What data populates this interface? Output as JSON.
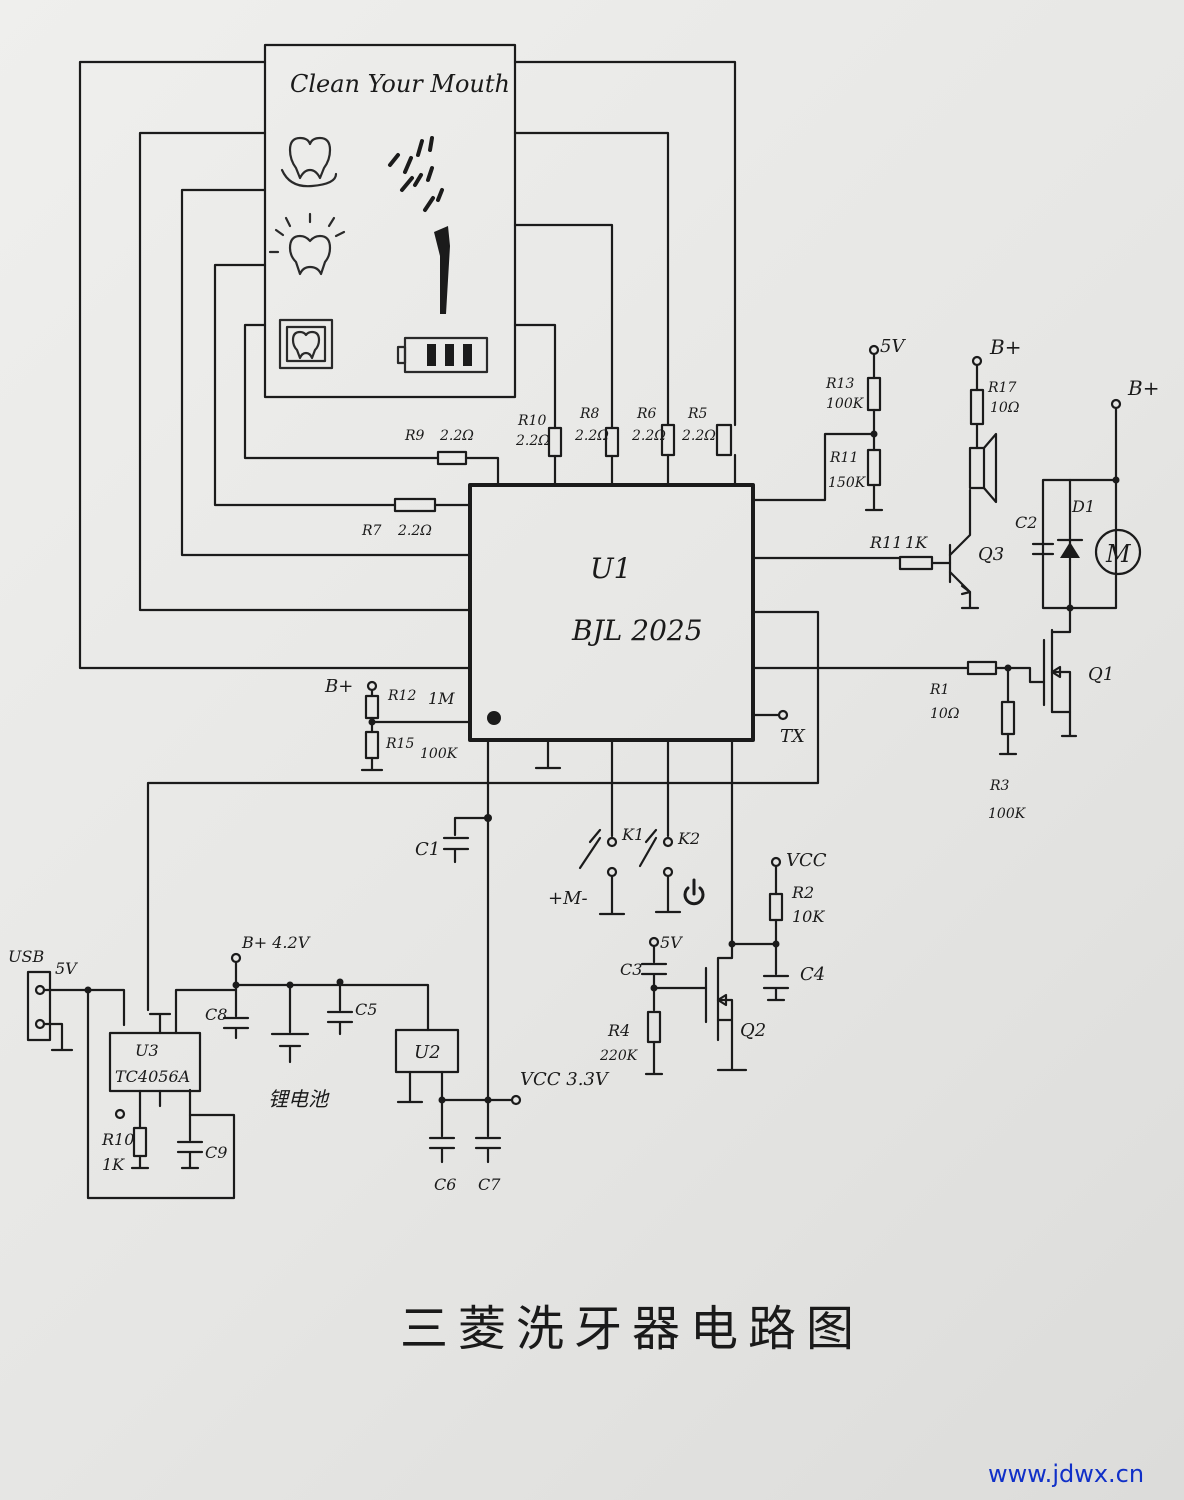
{
  "display": {
    "title": "Clean Your Mouth"
  },
  "chip": {
    "ref": "U1",
    "part": "BJL 2025",
    "tx": "TX"
  },
  "resistors": {
    "r9": "R9",
    "r9v": "2.2Ω",
    "r7": "R7",
    "r7v": "2.2Ω",
    "r10": "R10",
    "r10v": "2.2Ω",
    "r8": "R8",
    "r8v": "2.2Ω",
    "r6": "R6",
    "r6v": "2.2Ω",
    "r5": "R5",
    "r5v": "2.2Ω",
    "r13": "R13",
    "r13v": "100K",
    "r11": "R11",
    "r11v": "150K",
    "r11b": "R11",
    "r11bv": "1K",
    "r17": "R17",
    "r17v": "10Ω",
    "r12": "R12",
    "r12v": "1M",
    "r15": "R15",
    "r15v": "100K",
    "r1": "R1",
    "r1v": "10Ω",
    "r3": "R3",
    "r3v": "100K",
    "r2": "R2",
    "r2v": "10K",
    "r4": "R4",
    "r4v": "220K",
    "r10b": "R10",
    "r10bv": "1K"
  },
  "nets": {
    "v5": "5V",
    "bplus": "B+",
    "bplus42": "B+ 4.2V",
    "vcc": "VCC",
    "vcc33": "VCC 3.3V",
    "usb": "USB",
    "usb5v": "5V"
  },
  "parts": {
    "q1": "Q1",
    "q2": "Q2",
    "q3": "Q3",
    "d1": "D1",
    "c2": "C2",
    "motor": "M",
    "c1": "C1",
    "c3": "C3",
    "c4": "C4",
    "c5": "C5",
    "c6": "C6",
    "c7": "C7",
    "c8": "C8",
    "c9": "C9",
    "u2": "U2",
    "u3": "U3",
    "u3part": "TC4056A",
    "battery": "锂电池",
    "k1": "K1",
    "k2": "K2",
    "k1label": "+M-"
  },
  "caption": "三菱洗牙器电路图",
  "watermark": "www.jdwx.cn"
}
